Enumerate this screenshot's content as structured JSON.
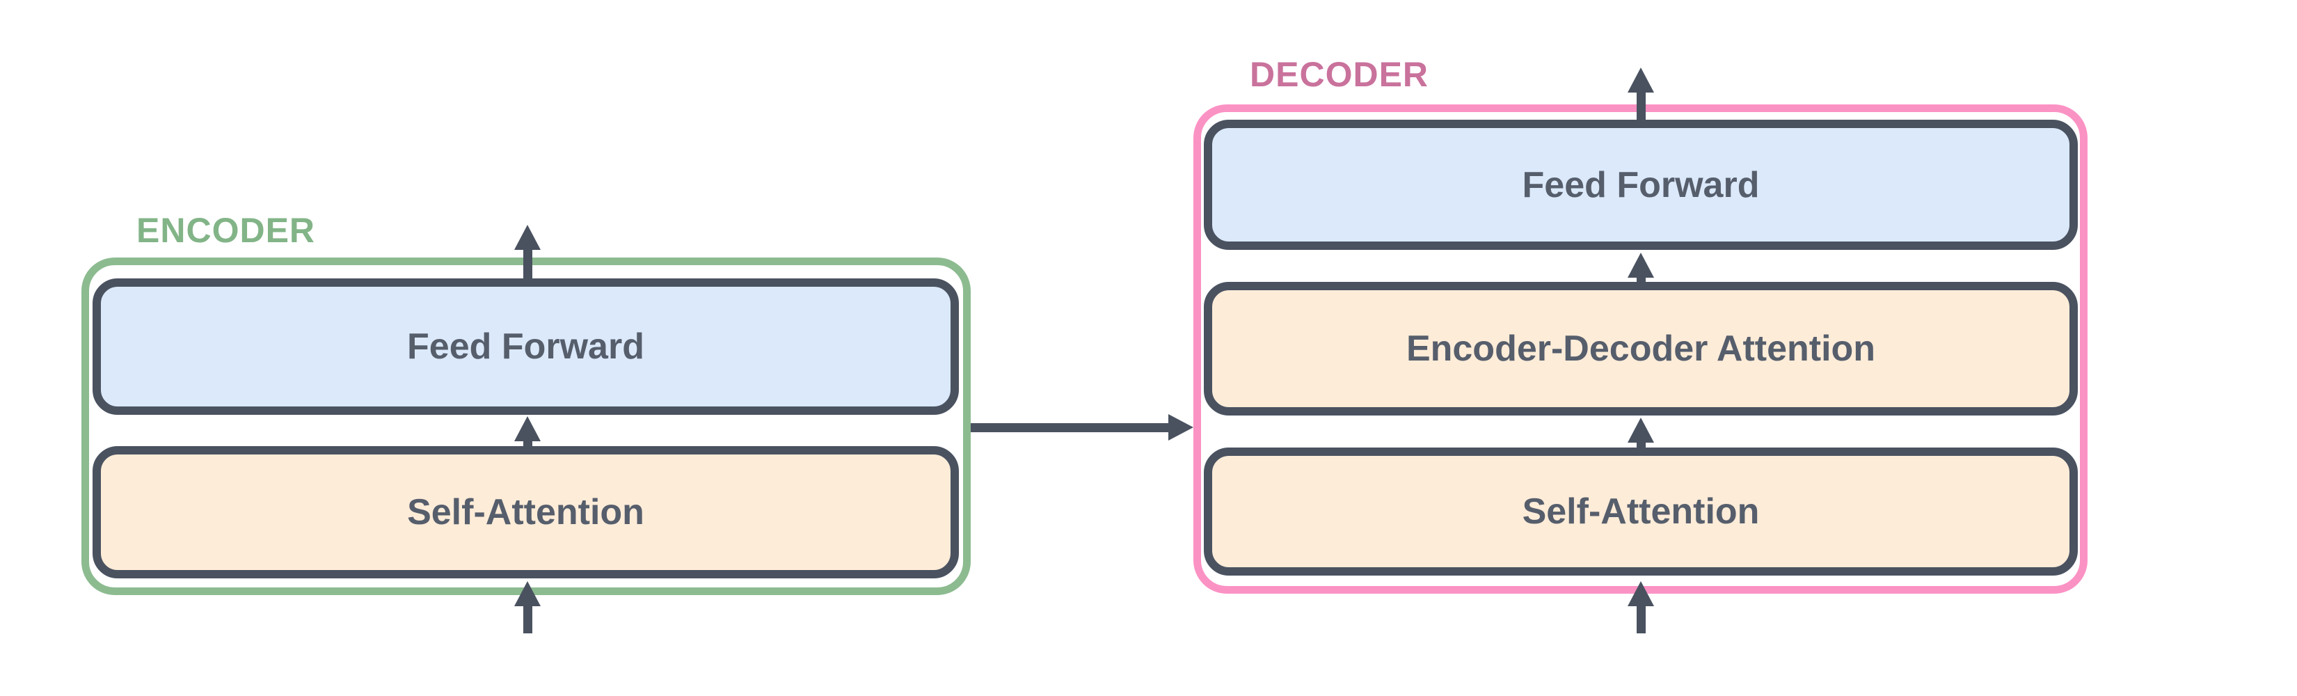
{
  "diagram": {
    "encoder": {
      "label": "ENCODER",
      "blocks": {
        "feed_forward": "Feed Forward",
        "self_attention": "Self-Attention"
      }
    },
    "decoder": {
      "label": "DECODER",
      "blocks": {
        "feed_forward": "Feed Forward",
        "encoder_decoder_attention": "Encoder-Decoder Attention",
        "self_attention": "Self-Attention"
      }
    }
  },
  "colors": {
    "background": "#ffffff",
    "encoder_outline": "#8cbb90",
    "encoder_label_text": "#82b487",
    "decoder_outline": "#fb92c4",
    "decoder_label_text": "#c9729c",
    "block_border": "#4a5260",
    "block_text": "#565e6c",
    "feed_forward_fill": "#dbe9fa",
    "attention_fill": "#fdecd8",
    "arrow": "#4a5260"
  }
}
